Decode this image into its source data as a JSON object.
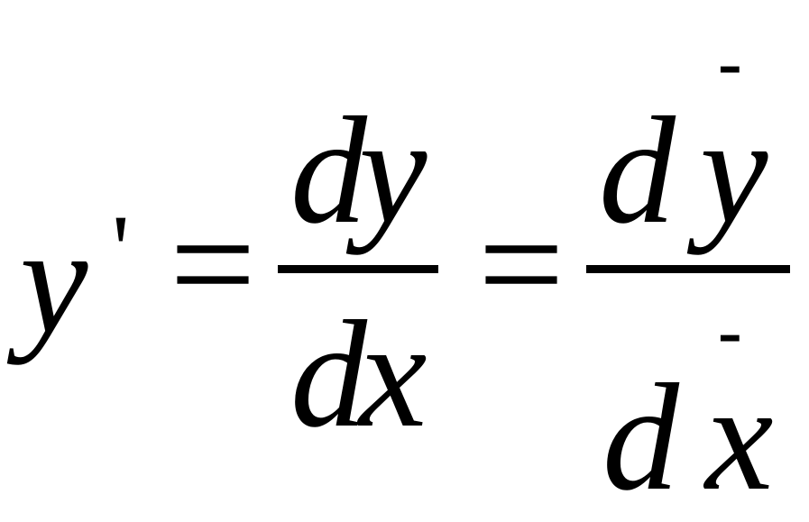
{
  "equation": {
    "lhs_var": "y",
    "prime": "'",
    "equals_1": "=",
    "frac1": {
      "numerator_d": "d",
      "numerator_var": "y",
      "denominator_d": "d",
      "denominator_var": "x"
    },
    "equals_2": "=",
    "frac2": {
      "numerator_d": "d",
      "numerator_accent": "-",
      "numerator_var": "y",
      "denominator_d": "d",
      "denominator_accent": "-",
      "denominator_var": "x"
    }
  }
}
